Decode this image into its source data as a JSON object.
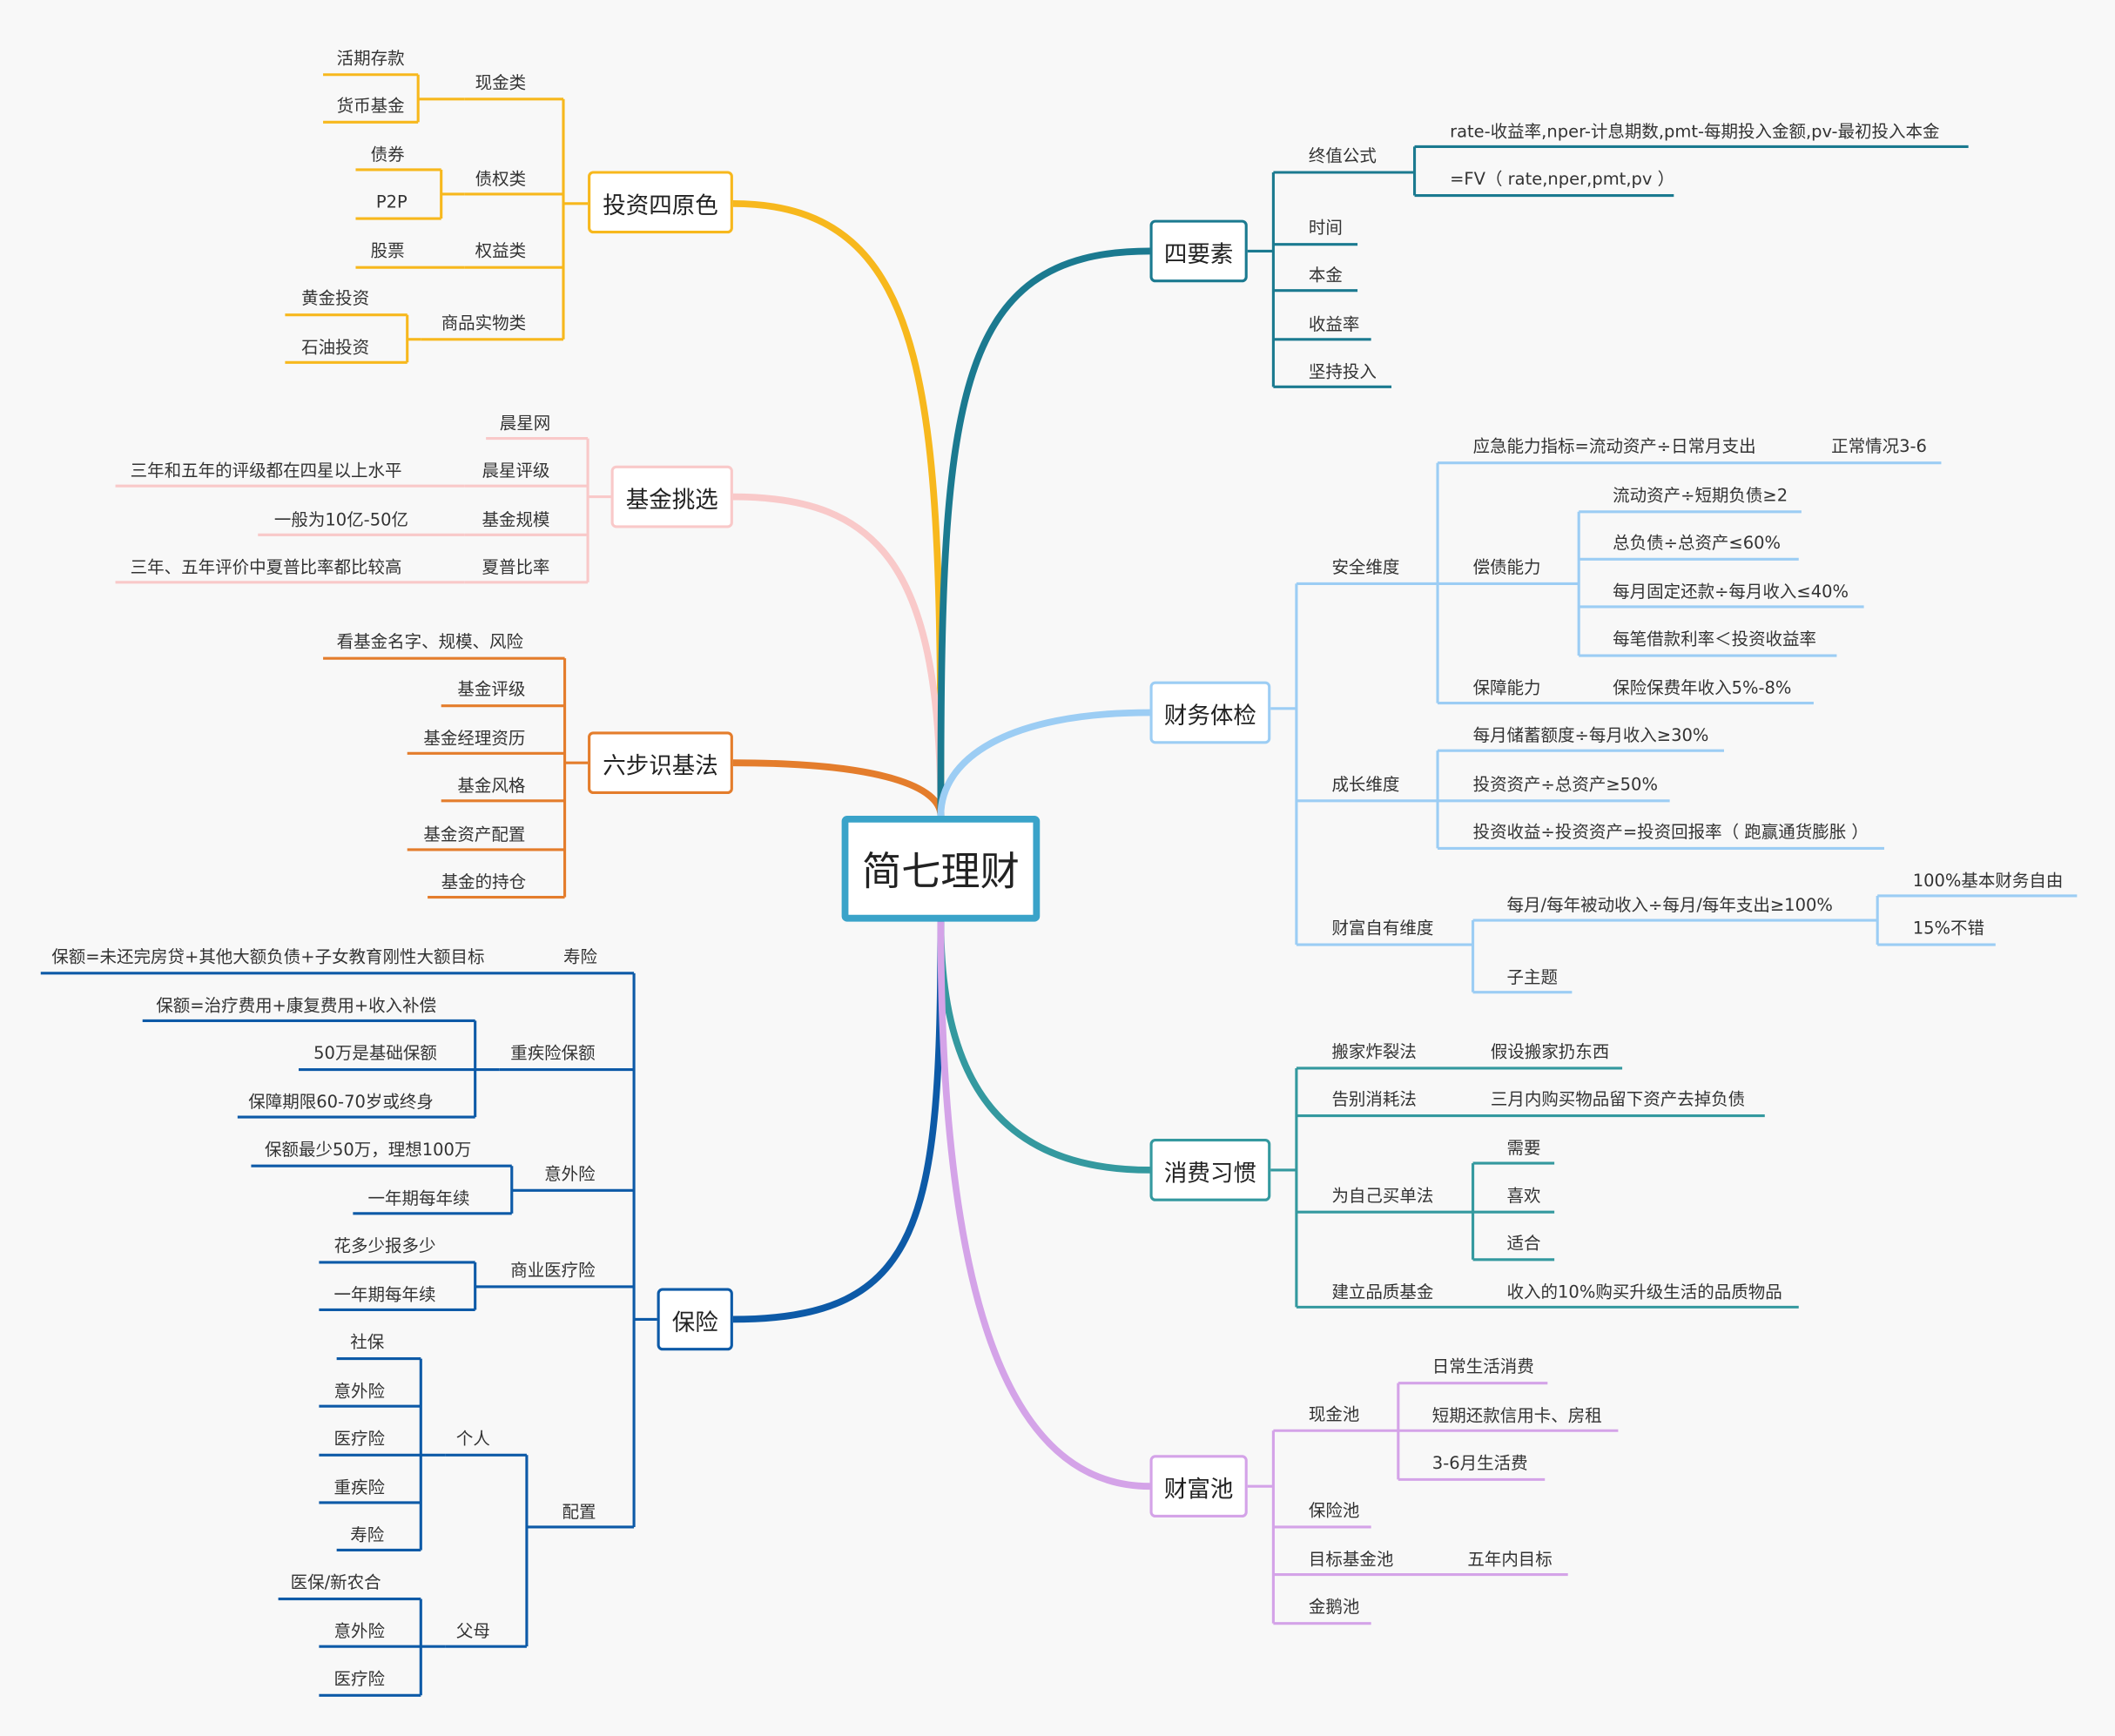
{
  "center": "简七理财",
  "colors": {
    "yellow": "#f7b81d",
    "pink": "#f9c9c9",
    "orange": "#e47d2c",
    "navy": "#0d5aa7",
    "teal_dark": "#1b7a90",
    "lightblue": "#9ccdf4",
    "teal": "#34999f",
    "purple": "#d4a3e8",
    "center_border": "#3aa3c9"
  },
  "branches": {
    "invest": {
      "title": "投资四原色",
      "cash": "现金类",
      "cash_1": "活期存款",
      "cash_2": "货币基金",
      "bond": "债权类",
      "bond_1": "债券",
      "bond_2": "P2P",
      "equity": "权益类",
      "equity_1": "股票",
      "commodity": "商品实物类",
      "commodity_1": "黄金投资",
      "commodity_2": "石油投资"
    },
    "fund": {
      "title": "基金挑选",
      "c1": "晨星网",
      "c2": "晨星评级",
      "c2_1": "三年和五年的评级都在四星以上水平",
      "c3": "基金规模",
      "c3_1": "一般为10亿-50亿",
      "c4": "夏普比率",
      "c4_1": "三年、五年评价中夏普比率都比较高"
    },
    "six": {
      "title": "六步识基法",
      "s1": "看基金名字、规模、风险",
      "s2": "基金评级",
      "s3": "基金经理资历",
      "s4": "基金风格",
      "s5": "基金资产配置",
      "s6": "基金的持仓"
    },
    "insurance": {
      "title": "保险",
      "life": "寿险",
      "life_1": "保额=未还完房贷+其他大额负债+子女教育刚性大额目标",
      "ci": "重疾险保额",
      "ci_1": "保额=治疗费用+康复费用+收入补偿",
      "ci_2": "50万是基础保额",
      "ci_3": "保障期限60-70岁或终身",
      "acc": "意外险",
      "acc_1": "保额最少50万，理想100万",
      "acc_2": "一年期每年续",
      "med": "商业医疗险",
      "med_1": "花多少报多少",
      "med_2": "一年期每年续",
      "config": "配置",
      "personal": "个人",
      "p1": "社保",
      "p2": "意外险",
      "p3": "医疗险",
      "p4": "重疾险",
      "p5": "寿险",
      "parents": "父母",
      "pa1": "医保/新农合",
      "pa2": "意外险",
      "pa3": "医疗险"
    },
    "four": {
      "title": "四要素",
      "fv": "终值公式",
      "fv_1": "rate-收益率,nper-计息期数,pmt-每期投入金额,pv-最初投入本金",
      "fv_2": "=FV（ rate,nper,pmt,pv ）",
      "e2": "时间",
      "e3": "本金",
      "e4": "收益率",
      "e5": "坚持投入"
    },
    "health": {
      "title": "财务体检",
      "safe": "安全维度",
      "emerg": "应急能力指标=流动资产÷日常月支出",
      "emerg_1": "正常情况3-6",
      "debt": "偿债能力",
      "debt_1": "流动资产÷短期负债≥2",
      "debt_2": "总负债÷总资产≤60%",
      "debt_3": "每月固定还款÷每月收入≤40%",
      "debt_4": "每笔借款利率＜投资收益率",
      "protect": "保障能力",
      "protect_1": "保险保费年收入5%-8%",
      "growth": "成长维度",
      "g1": "每月储蓄额度÷每月收入≥30%",
      "g2": "投资资产÷总资产≥50%",
      "g3": "投资收益÷投资资产=投资回报率（ 跑赢通货膨胀 ）",
      "wealth": "财富自有维度",
      "w1": "每月/每年被动收入÷每月/每年支出≥100%",
      "w1_1": "100%基本财务自由",
      "w1_2": "15%不错",
      "w2": "子主题"
    },
    "habit": {
      "title": "消费习惯",
      "h1": "搬家炸裂法",
      "h1_1": "假设搬家扔东西",
      "h2": "告别消耗法",
      "h2_1": "三月内购买物品留下资产去掉负债",
      "h3": "为自己买单法",
      "h3_1": "需要",
      "h3_2": "喜欢",
      "h3_3": "适合",
      "h4": "建立品质基金",
      "h4_1": "收入的10%购买升级生活的品质物品"
    },
    "pool": {
      "title": "财富池",
      "cash": "现金池",
      "cash_1": "日常生活消费",
      "cash_2": "短期还款信用卡、房租",
      "cash_3": "3-6月生活费",
      "ins": "保险池",
      "goal": "目标基金池",
      "goal_1": "五年内目标",
      "goose": "金鹅池"
    }
  }
}
